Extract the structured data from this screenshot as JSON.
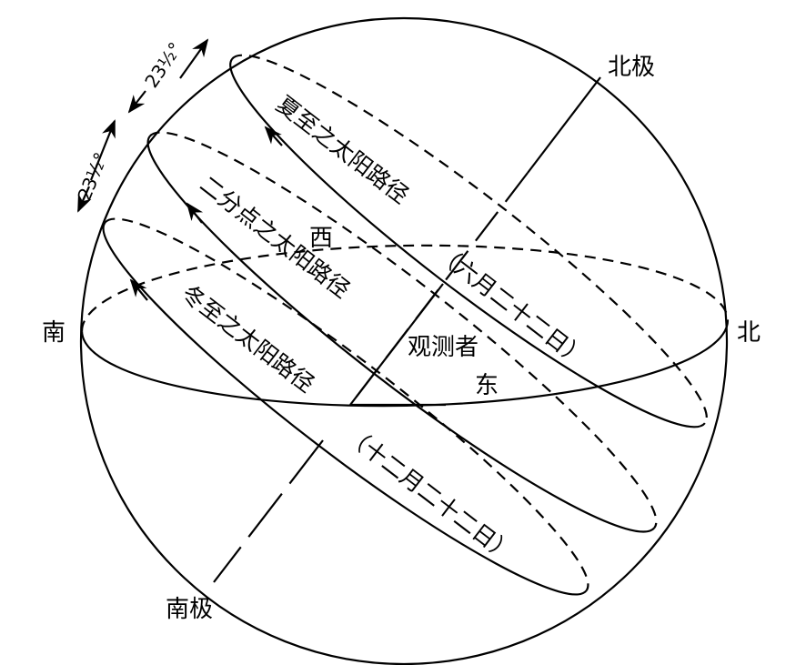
{
  "labels": {
    "north_pole": "北极",
    "south_pole": "南极",
    "south": "南",
    "north": "北",
    "west": "西",
    "east": "东",
    "observer": "观测者",
    "summer_path": "夏至之太阳路径",
    "summer_date": "（六月二十二日）",
    "equinox_path": "二分点之太阳路径",
    "winter_path": "冬至之太阳路径",
    "winter_date": "（十二月二十二日）",
    "angle_upper": "23½°",
    "angle_lower": "23½°"
  }
}
